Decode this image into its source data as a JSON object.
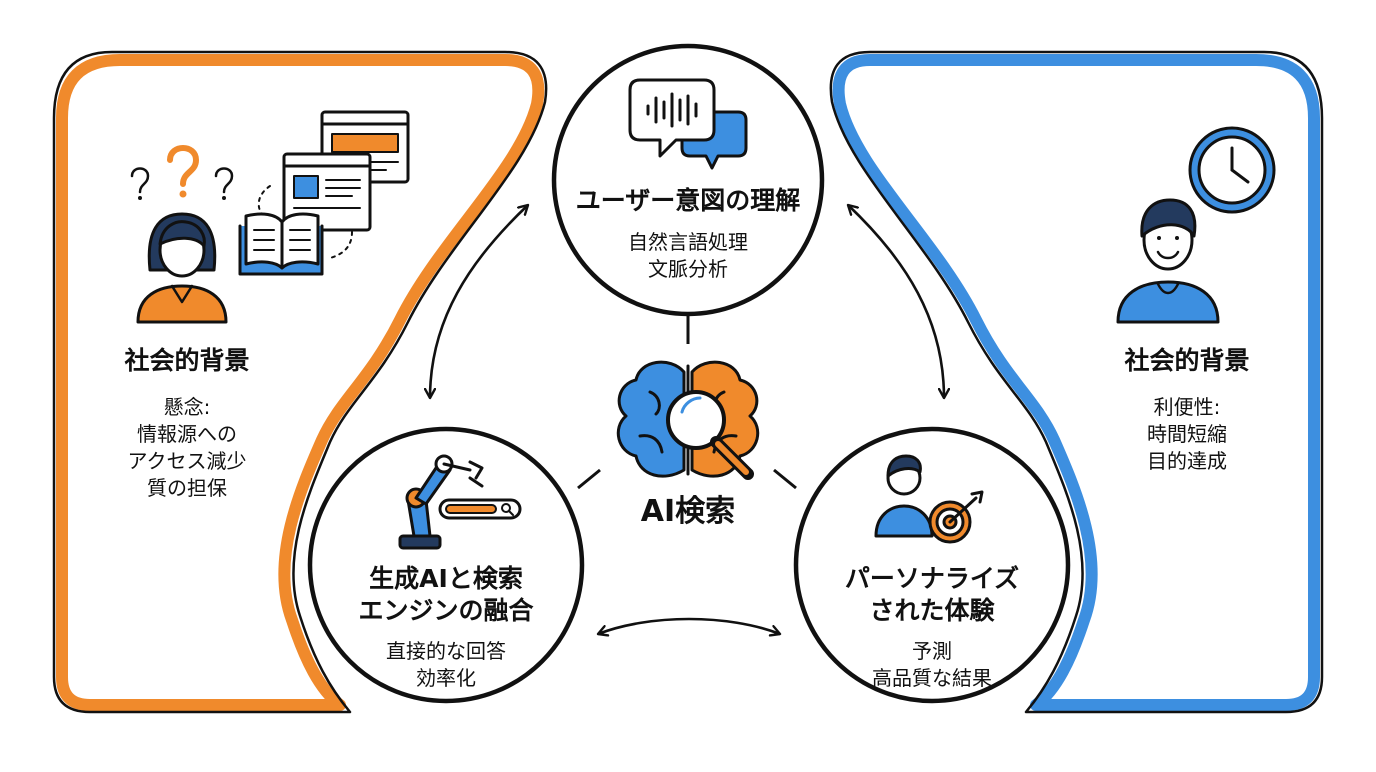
{
  "left_panel": {
    "title": "社会的背景",
    "lines": [
      "懸念:",
      "情報源への",
      "アクセス減少",
      "質の担保"
    ],
    "accent_color": "#F08A2C"
  },
  "right_panel": {
    "title": "社会的背景",
    "lines": [
      "利便性:",
      "時間短縮",
      "目的達成"
    ],
    "accent_color": "#3D8FE0"
  },
  "top_circle": {
    "title": "ユーザー意図の理解",
    "lines": [
      "自然言語処理",
      "文脈分析"
    ],
    "icon": "chat-bubbles-icon"
  },
  "left_circle": {
    "title_lines": [
      "生成AIと検索",
      "エンジンの融合"
    ],
    "lines": [
      "直接的な回答",
      "効率化"
    ],
    "icon": "robot-arm-icon"
  },
  "right_circle": {
    "title_lines": [
      "パーソナライズ",
      "された体験"
    ],
    "lines": [
      "予測",
      "高品質な結果"
    ],
    "icon": "user-target-icon"
  },
  "center": {
    "title": "AI検索",
    "icon": "brain-magnifier-icon"
  },
  "colors": {
    "orange": "#F08A2C",
    "blue": "#3D8FE0",
    "navy": "#233A5E",
    "outline": "#111111"
  }
}
